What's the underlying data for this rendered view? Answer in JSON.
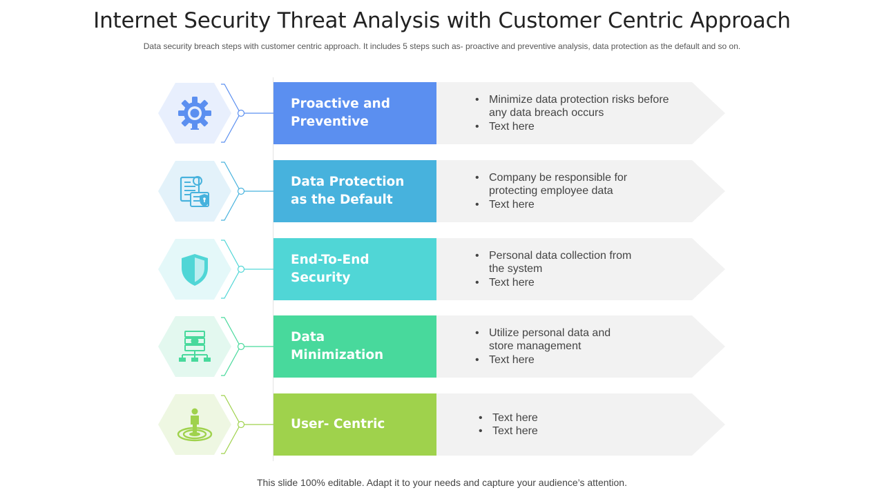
{
  "title": "Internet Security Threat Analysis with Customer Centric Approach",
  "subtitle": "Data security breach steps with customer centric approach.  It includes 5 steps such as- proactive  and preventive  analysis, data protection as the default  and so on.",
  "footer": "This slide 100% editable. Adapt  it to your needs and capture your audience’s attention.",
  "steps": [
    {
      "label": "Proactive and\nPreventive",
      "color": "#5b8ff0",
      "hex_fill": "#e8effd",
      "icon": "gear-icon",
      "bullets": [
        "Minimize data protection risks before any data breach occurs",
        "Text here"
      ]
    },
    {
      "label": "Data Protection\nas the Default",
      "color": "#47b2dd",
      "hex_fill": "#e3f2fa",
      "icon": "secure-document-icon",
      "bullets": [
        "Company be responsible for protecting  employee data",
        "Text here"
      ]
    },
    {
      "label": "End-To-End\nSecurity",
      "color": "#50d6d6",
      "hex_fill": "#e4f8f9",
      "icon": "shield-icon",
      "bullets": [
        "Personal data collection from the system",
        "Text here"
      ]
    },
    {
      "label": "Data\nMinimization",
      "color": "#48d99c",
      "hex_fill": "#e3f8ef",
      "icon": "network-server-icon",
      "bullets": [
        "Utilize personal data and store management",
        "Text here"
      ]
    },
    {
      "label": "User- Centric",
      "color": "#9fd24c",
      "hex_fill": "#eef7e2",
      "icon": "user-target-icon",
      "bullets": [
        "Text here",
        "Text here"
      ]
    }
  ]
}
